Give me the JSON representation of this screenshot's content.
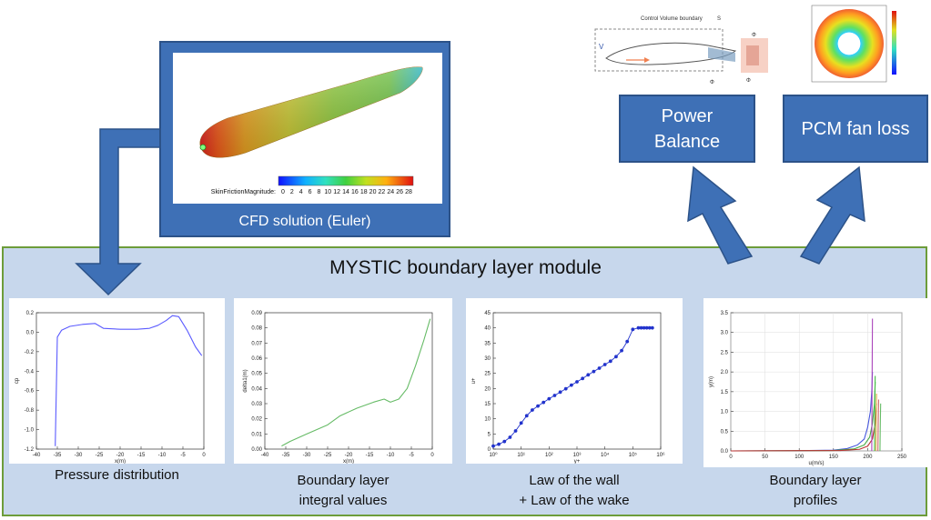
{
  "module": {
    "title": "MYSTIC boundary layer module"
  },
  "cfd": {
    "caption": "CFD solution (Euler)",
    "colorbar_label": "SkinFrictionMagnitude:",
    "colorbar_ticks": [
      "0",
      "2",
      "4",
      "6",
      "8",
      "10",
      "12",
      "14",
      "16",
      "18",
      "20",
      "22",
      "24",
      "26",
      "28"
    ]
  },
  "power_balance": {
    "label_line1": "Power",
    "label_line2": "Balance",
    "thumb_label": "Control Volume boundary"
  },
  "pcm": {
    "label": "PCM fan loss"
  },
  "panels": [
    {
      "caption_line1": "Pressure distribution",
      "caption_line2": ""
    },
    {
      "caption_line1": "Boundary layer",
      "caption_line2": "integral values"
    },
    {
      "caption_line1": "Law of the wall",
      "caption_line2": "+ Law of the wake"
    },
    {
      "caption_line1": "Boundary layer",
      "caption_line2": "profiles"
    }
  ],
  "chart_data": [
    {
      "type": "line",
      "xlabel": "x(m)",
      "ylabel": "cp",
      "xlim": [
        -40,
        0
      ],
      "ylim": [
        -1.2,
        0.2
      ],
      "xticks": [
        "-40",
        "-35",
        "-30",
        "-25",
        "-20",
        "-15",
        "-10",
        "-5",
        "0"
      ],
      "yticks": [
        "0.2",
        "0.0",
        "-0.2",
        "-0.4",
        "-0.6",
        "-0.8",
        "-1.0",
        "-1.2"
      ],
      "x": [
        -35.5,
        -35,
        -34,
        -32,
        -29,
        -26,
        -24,
        -20,
        -16,
        -13,
        -11,
        -9,
        -7.5,
        -6,
        -4,
        -2,
        -0.5
      ],
      "y": [
        -1.17,
        -0.05,
        0.02,
        0.06,
        0.08,
        0.09,
        0.04,
        0.03,
        0.03,
        0.04,
        0.07,
        0.12,
        0.17,
        0.16,
        0.02,
        -0.15,
        -0.24
      ],
      "color": "#5b5bff"
    },
    {
      "type": "line",
      "xlabel": "x(m)",
      "ylabel": "delta1(m)",
      "xlim": [
        -40,
        0
      ],
      "ylim": [
        0,
        0.09
      ],
      "xticks": [
        "-40",
        "-35",
        "-30",
        "-25",
        "-20",
        "-15",
        "-10",
        "-5",
        "0"
      ],
      "yticks": [
        "0.00",
        "0.01",
        "0.02",
        "0.03",
        "0.04",
        "0.05",
        "0.06",
        "0.07",
        "0.08",
        "0.09"
      ],
      "x": [
        -36,
        -34,
        -30,
        -25,
        -22,
        -18,
        -14,
        -11.5,
        -10,
        -8,
        -6,
        -4,
        -2,
        -0.5
      ],
      "y": [
        0.002,
        0.005,
        0.01,
        0.016,
        0.022,
        0.027,
        0.031,
        0.033,
        0.031,
        0.033,
        0.04,
        0.055,
        0.072,
        0.086
      ],
      "color": "#66bb66"
    },
    {
      "type": "scatter",
      "xlabel": "y+",
      "ylabel": "u+",
      "xscale": "log",
      "xlim": [
        1,
        1000000
      ],
      "ylim": [
        0,
        45
      ],
      "xticks": [
        "10⁰",
        "10¹",
        "10²",
        "10³",
        "10⁴",
        "10⁵",
        "10⁶"
      ],
      "yticks": [
        "0",
        "5",
        "10",
        "15",
        "20",
        "25",
        "30",
        "35",
        "40",
        "45"
      ],
      "x": [
        1,
        1.58,
        2.51,
        3.98,
        6.31,
        10,
        15.8,
        25.1,
        39.8,
        63.1,
        100,
        158,
        251,
        398,
        631,
        1000,
        1585,
        2512,
        3981,
        6310,
        10000,
        15849,
        25119,
        39811,
        63096,
        100000,
        158489,
        199526,
        251189,
        316228,
        398107,
        501187
      ],
      "y": [
        1,
        1.6,
        2.5,
        3.9,
        6,
        8.6,
        11,
        12.9,
        14.2,
        15.4,
        16.6,
        17.7,
        18.8,
        19.9,
        21.1,
        22.2,
        23.3,
        24.5,
        25.6,
        26.7,
        27.9,
        29,
        30.5,
        32.5,
        35.5,
        39.5,
        40,
        40,
        40,
        40,
        40,
        40
      ],
      "color": "#2233cc"
    },
    {
      "type": "line",
      "xlabel": "u(m/s)",
      "ylabel": "y(m)",
      "xlim": [
        0,
        250
      ],
      "ylim": [
        0,
        3.5
      ],
      "xticks": [
        "0",
        "50",
        "100",
        "150",
        "200",
        "250"
      ],
      "yticks": [
        "0.0",
        "0.5",
        "1.0",
        "1.5",
        "2.0",
        "2.5",
        "3.0",
        "3.5"
      ],
      "series": [
        {
          "color": "#4455dd",
          "x": [
            0,
            100,
            150,
            170,
            185,
            195,
            200,
            204,
            206,
            207
          ],
          "y": [
            0,
            0.005,
            0.02,
            0.06,
            0.15,
            0.3,
            0.6,
            1.0,
            1.5,
            2.0
          ]
        },
        {
          "color": "#44aa44",
          "x": [
            0,
            150,
            180,
            195,
            203,
            207,
            210,
            211
          ],
          "y": [
            0,
            0.01,
            0.05,
            0.15,
            0.35,
            0.7,
            1.2,
            1.75
          ]
        },
        {
          "color": "#bb3333",
          "x": [
            0,
            160,
            188,
            200,
            207,
            211,
            213
          ],
          "y": [
            0,
            0.01,
            0.04,
            0.12,
            0.3,
            0.7,
            1.2
          ]
        },
        {
          "color": "#aa44bb",
          "x": [
            206,
            206.5,
            207
          ],
          "y": [
            0,
            1.8,
            3.35
          ]
        },
        {
          "color": "#44bb44",
          "x": [
            210,
            210.5,
            211
          ],
          "y": [
            0,
            1.2,
            1.9
          ]
        },
        {
          "color": "#ddaa44",
          "x": [
            212,
            212.5,
            213
          ],
          "y": [
            0,
            0.9,
            1.45
          ]
        },
        {
          "color": "#cc6666",
          "x": [
            215,
            215.5,
            216
          ],
          "y": [
            0,
            0.8,
            1.3
          ]
        },
        {
          "color": "#66bb66",
          "x": [
            218,
            218.5,
            219
          ],
          "y": [
            0,
            0.7,
            1.2
          ]
        }
      ]
    }
  ]
}
